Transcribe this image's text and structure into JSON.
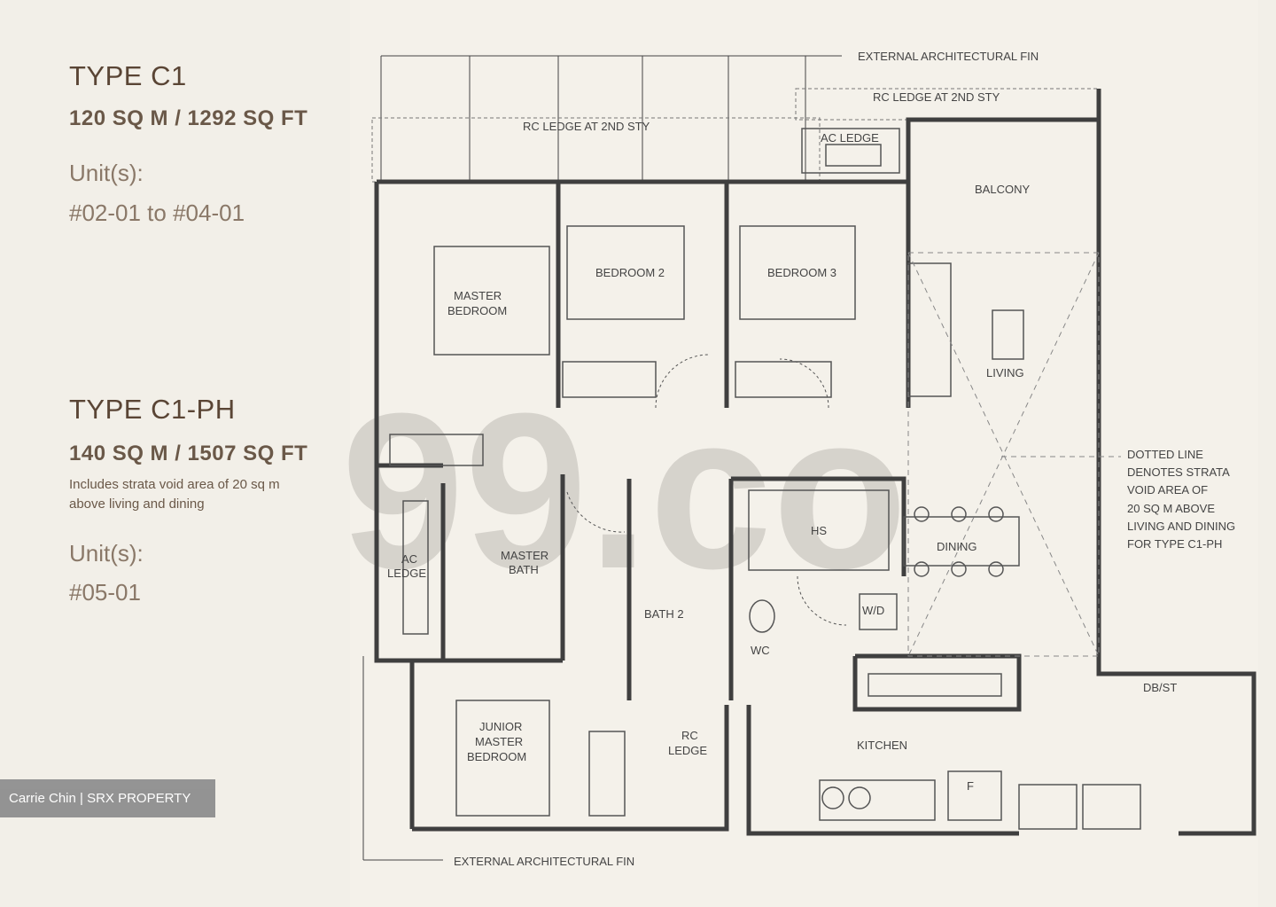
{
  "types": [
    {
      "title": "TYPE C1",
      "area": "120 SQ M / 1292 SQ FT",
      "note": "",
      "units_label": "Unit(s):",
      "units": "#02-01 to #04-01"
    },
    {
      "title": "TYPE C1-PH",
      "area": "140 SQ M / 1507 SQ FT",
      "note_line1": "Includes strata void area of 20 sq m",
      "note_line2": "above living and dining",
      "units_label": "Unit(s):",
      "units": "#05-01"
    }
  ],
  "plan_labels": {
    "external_fin_top": "EXTERNAL ARCHITECTURAL FIN",
    "external_fin_bottom": "EXTERNAL ARCHITECTURAL FIN",
    "rc_ledge_2nd_a": "RC LEDGE AT 2ND STY",
    "rc_ledge_2nd_b": "RC LEDGE AT 2ND STY",
    "ac_ledge_top": "AC LEDGE",
    "balcony": "BALCONY",
    "master_bedroom_1": "MASTER",
    "master_bedroom_2": "BEDROOM",
    "bedroom2": "BEDROOM 2",
    "bedroom3": "BEDROOM 3",
    "living": "LIVING",
    "ac_ledge_left_1": "AC",
    "ac_ledge_left_2": "LEDGE",
    "master_bath_1": "MASTER",
    "master_bath_2": "BATH",
    "hs": "HS",
    "dining": "DINING",
    "bath2": "BATH 2",
    "wc": "WC",
    "wd": "W/D",
    "dbst": "DB/ST",
    "junior_1": "JUNIOR",
    "junior_2": "MASTER",
    "junior_3": "BEDROOM",
    "rc_ledge_1": "RC",
    "rc_ledge_2": "LEDGE",
    "kitchen": "KITCHEN",
    "fridge": "F",
    "dotted_note": [
      "DOTTED LINE",
      "DENOTES STRATA",
      "VOID AREA OF",
      "20 SQ M ABOVE",
      "LIVING AND DINING",
      "FOR TYPE C1-PH"
    ]
  },
  "watermark": "99.co",
  "credit": "Carrie Chin | SRX PROPERTY",
  "colors": {
    "wall": "#3f3f3f",
    "text_brown": "#6a5848",
    "watermark": "#c8c4be"
  }
}
